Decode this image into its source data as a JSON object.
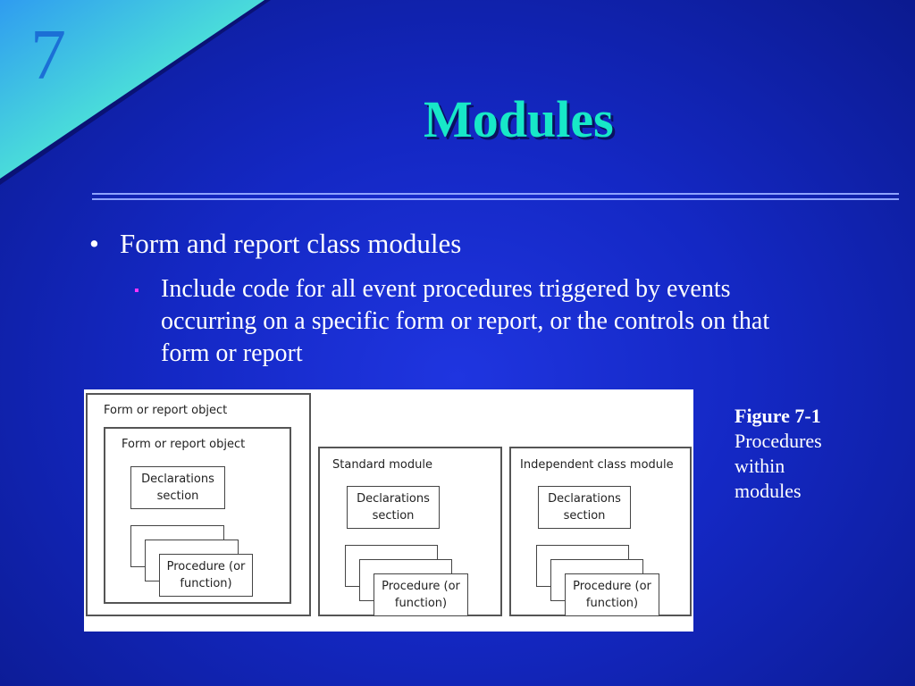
{
  "slide": {
    "chapter_number": "7",
    "title": "Modules",
    "bullet1": "Form and report class modules",
    "bullet1_marker": "•",
    "bullet2_marker": "▪",
    "bullet2": "Include code for all event procedures triggered by events occurring on a specific form or report, or the controls on that form or report"
  },
  "figure": {
    "outer_label": "Form or report object",
    "inner_label": "Form or report object",
    "declarations_1": "Declarations section",
    "procedure_1": "Procedure (or function)",
    "standard_label": "Standard module",
    "declarations_2": "Declarations section",
    "procedure_2": "Procedure (or function)",
    "independent_label": "Independent class module",
    "declarations_3": "Declarations section",
    "procedure_3": "Procedure (or function)"
  },
  "caption": {
    "figure_number": "Figure 7-1",
    "line1": "Procedures",
    "line2": "within",
    "line3": "modules"
  },
  "colors": {
    "background": "#1428c4",
    "title": "#17e8c8",
    "corner_light": "#4ff0d6",
    "bullet_square": "#ff33ff"
  }
}
